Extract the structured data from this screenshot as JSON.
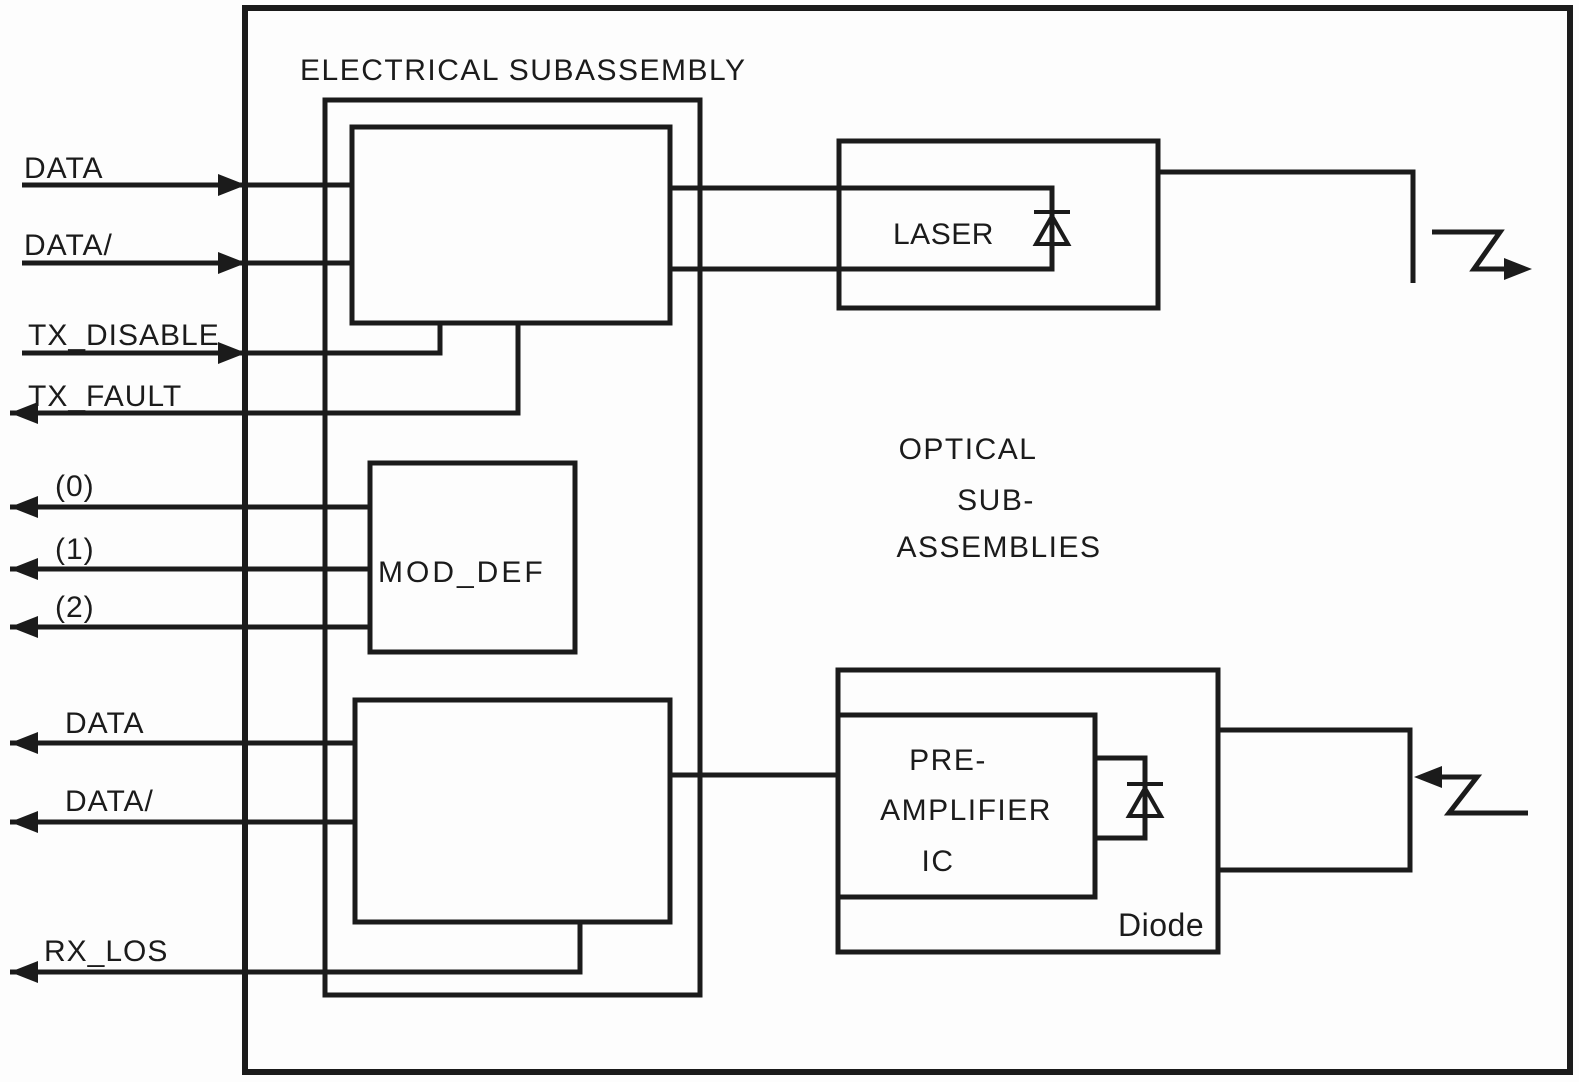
{
  "colors": {
    "ink": "#1b1b1b",
    "paper": "#fdfdfd"
  },
  "title": {
    "electrical_subassembly": "ELECTRICAL SUBASSEMBLY"
  },
  "blocks": {
    "laser": "LASER",
    "mod_def": "MOD_DEF",
    "optical_subassemblies": {
      "line1": "OPTICAL",
      "line2": "SUB-",
      "line3": "ASSEMBLIES"
    },
    "preamplifier": {
      "line1": "PRE-",
      "line2": "AMPLIFIER",
      "line3": "IC"
    },
    "diode": "Diode"
  },
  "signals": {
    "tx_data": "DATA",
    "tx_data_bar": "DATA/",
    "tx_disable": "TX_DISABLE",
    "tx_fault": "TX_FAULT",
    "mod_def_0": "(0)",
    "mod_def_1": "(1)",
    "mod_def_2": "(2)",
    "rx_data": "DATA",
    "rx_data_bar": "DATA/",
    "rx_los": "RX_LOS"
  }
}
